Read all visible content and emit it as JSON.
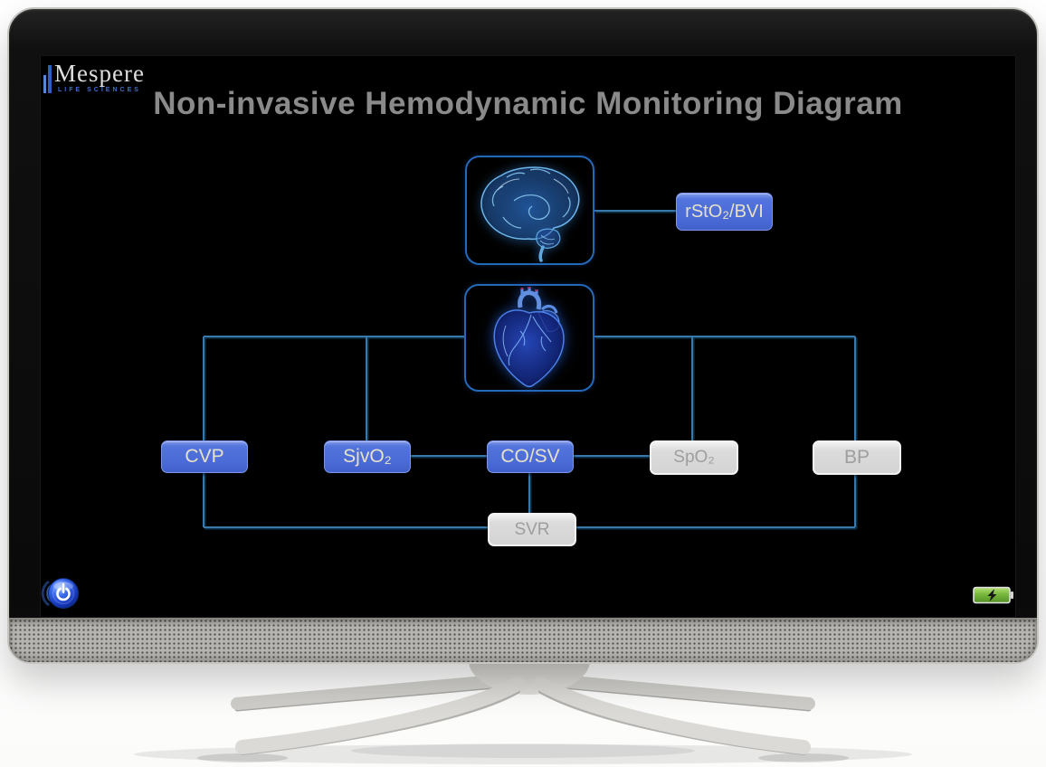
{
  "brand": {
    "name": "Mespere",
    "tagline": "LIFE SCIENCES"
  },
  "screen": {
    "title": "Non-invasive Hemodynamic Monitoring Diagram"
  },
  "diagram": {
    "organs": [
      {
        "id": "brain",
        "connects_to": "rStO₂/BVI"
      },
      {
        "id": "heart",
        "connects_to": "CVP, SjvO₂, CO/SV, SpO₂, BP"
      }
    ],
    "buttons": [
      {
        "id": "rsto2-bvi",
        "label": "rStO₂/BVI",
        "state": "active"
      },
      {
        "id": "cvp",
        "label": "CVP",
        "state": "active"
      },
      {
        "id": "sjvo2",
        "label": "SjvO₂",
        "state": "active"
      },
      {
        "id": "cosv",
        "label": "CO/SV",
        "state": "active"
      },
      {
        "id": "spo2",
        "label": "SpO₂",
        "state": "inactive"
      },
      {
        "id": "bp",
        "label": "BP",
        "state": "inactive"
      },
      {
        "id": "svr",
        "label": "SVR",
        "state": "inactive"
      }
    ]
  },
  "indicators": {
    "power": {
      "icon": "power-icon"
    },
    "battery": {
      "icon": "battery-charging-icon",
      "status": "charging"
    }
  },
  "colors": {
    "active_button": "#4a6ad6",
    "active_button_text": "#e7e1ca",
    "inactive_button": "#d9d9d9",
    "inactive_button_text": "#9e9e9e",
    "connector_line": "#3a78aa",
    "organ_border": "#2468b8",
    "title_text": "#8a8a8a",
    "battery_green": "#76b83c",
    "power_blue": "#2a5ae0"
  }
}
